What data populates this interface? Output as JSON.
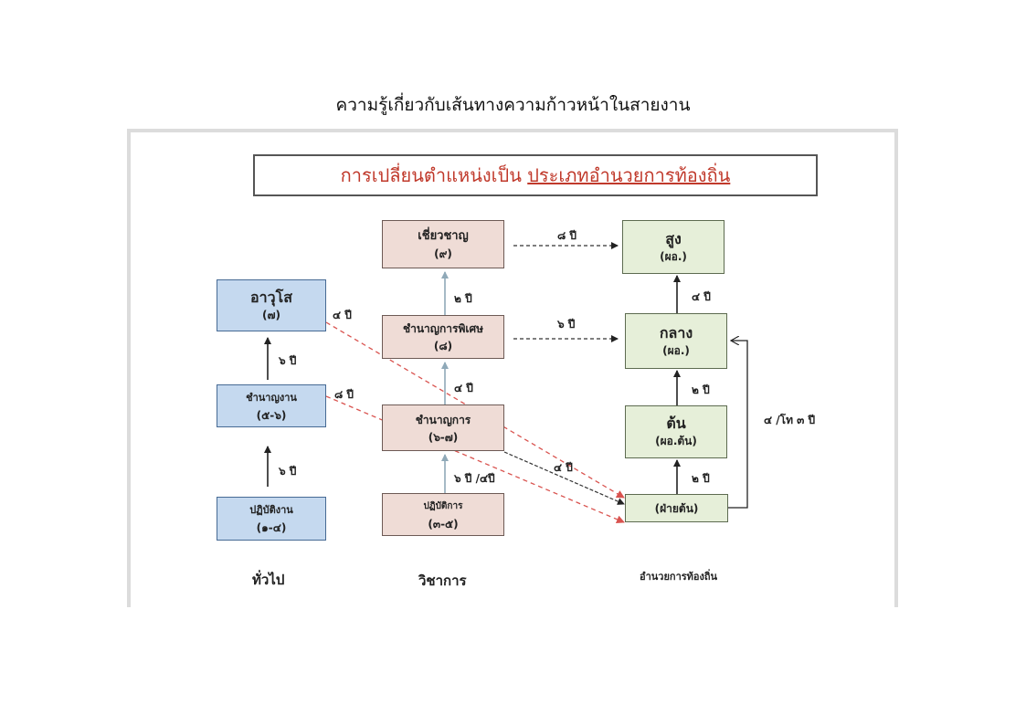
{
  "page_title": "ความรู้เกี่ยวกับเส้นทางความก้าวหน้าในสายงาน",
  "header": {
    "part1": "การเปลี่ยนตำแหน่งเป็น ",
    "part2": "ประเภทอำนวยการท้องถิ่น"
  },
  "columns": {
    "general": "ทั่วไป",
    "academic": "วิชาการ",
    "local_admin": "อำนวยการท้องถิ่น"
  },
  "boxes": {
    "arawuso": {
      "name": "อาวุโส",
      "level": "(๗)"
    },
    "chamnanngan": {
      "name": "ชำนาญงาน",
      "level": "(๕-๖)"
    },
    "patibatngan": {
      "name": "ปฏิบัติงาน",
      "level": "(๑-๔)"
    },
    "chiaochan": {
      "name": "เชี่ยวชาญ",
      "level": "(๙)"
    },
    "chamnankan_phiset": {
      "name": "ชำนาญการพิเศษ",
      "level": "(๘)"
    },
    "chamnankan": {
      "name": "ชำนาญการ",
      "level": "(๖-๗)"
    },
    "patibatkan": {
      "name": "ปฏิบัติการ",
      "level": "(๓-๕)"
    },
    "sung": {
      "name": "สูง",
      "level": "(ผอ.)"
    },
    "klang": {
      "name": "กลาง",
      "level": "(ผอ.)"
    },
    "ton": {
      "name": "ต้น",
      "level": "(ผอ.ต้น)"
    },
    "fai_ton": {
      "name": "(ฝ่ายต้น)"
    }
  },
  "arrow_labels": {
    "pat_to_cham": "๖ ปี",
    "cham_to_ara": "๖ ปี",
    "ara_to_fai": "๔ ปี",
    "chamngan_to_fai": "๘ ปี",
    "patkan_to_chamkan": "๖ ปี /๔ปี",
    "chamkan_to_phiset": "๔ ปี",
    "phiset_to_chiao": "๒ ปี",
    "chiao_to_sung": "๘ ปี",
    "phiset_to_klang": "๖ ปี",
    "chamkan_to_fai": "๔ ปี",
    "fai_to_ton": "๒ ปี",
    "ton_to_klang": "๒ ปี",
    "klang_to_sung": "๔ ปี",
    "fai_to_klang": "๔ /โท ๓ ปี"
  },
  "colors": {
    "header_text": "#c0392b",
    "dashed_red": "#d9534f",
    "blue_box": "#c5d9ef",
    "pink_box": "#efdcd6",
    "green_box": "#e6efd9"
  }
}
